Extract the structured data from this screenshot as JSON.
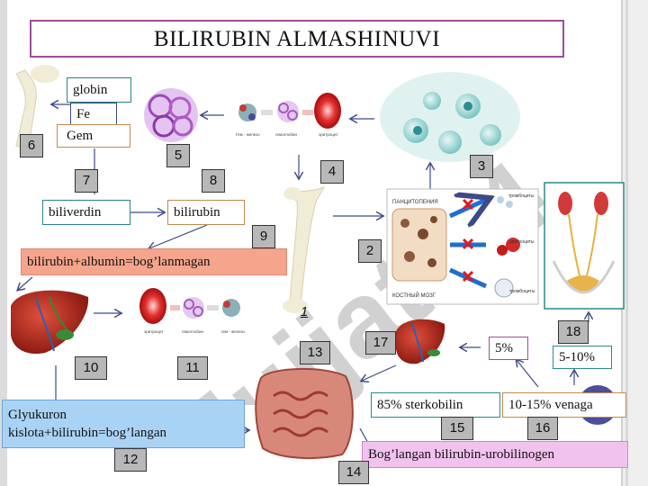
{
  "title": "BILIRUBIN ALMASHINUVI",
  "labels": {
    "globin": "globin",
    "fe": "Fe",
    "gem": "Gem",
    "biliverdin": "biliverdin",
    "bilirubin": "bilirubin",
    "albumin": "bilirubin+albumin=bog’lanmagan",
    "glyukuron_line1": "Glyukuron",
    "glyukuron_line2": "kislota+bilirubin=bog’langan",
    "sterkobilin": "85% sterkobilin",
    "venaga": "10-15% venaga",
    "five_pct": "5%",
    "five_ten_pct": "5-10%",
    "urobilinogen": "Bog’langan bilirubin-urobilinogen",
    "marrow_top": "ПАНЦИТОПЕНИЯ",
    "marrow_bottom": "КОСТНЫЙ МОЗГ",
    "trombocity": "тромбоциты",
    "eritrocity": "эритроциты",
    "rbc_row1": [
      "Гем - железо",
      "гемоглобин",
      "эритроцит"
    ],
    "rbc_row2": [
      "эритроцит",
      "гемоглобин",
      "гем - железо"
    ]
  },
  "numbers": {
    "n1": "1",
    "n2": "2",
    "n3": "3",
    "n4": "4",
    "n5": "5",
    "n6": "6",
    "n7": "7",
    "n8": "8",
    "n9": "9",
    "n10": "10",
    "n11": "11",
    "n12": "12",
    "n13": "13",
    "n14": "14",
    "n15": "15",
    "n16": "16",
    "n17": "17",
    "n18": "18"
  },
  "watermark": "Hujjat 24",
  "colors": {
    "title_border": "#9b4f9b",
    "albumin_bg": "#f5a58b",
    "glyukuron_bg": "#a9d3f5",
    "urobilinogen_bg": "#f1c2ee",
    "number_bg": "#b8b8b8"
  }
}
